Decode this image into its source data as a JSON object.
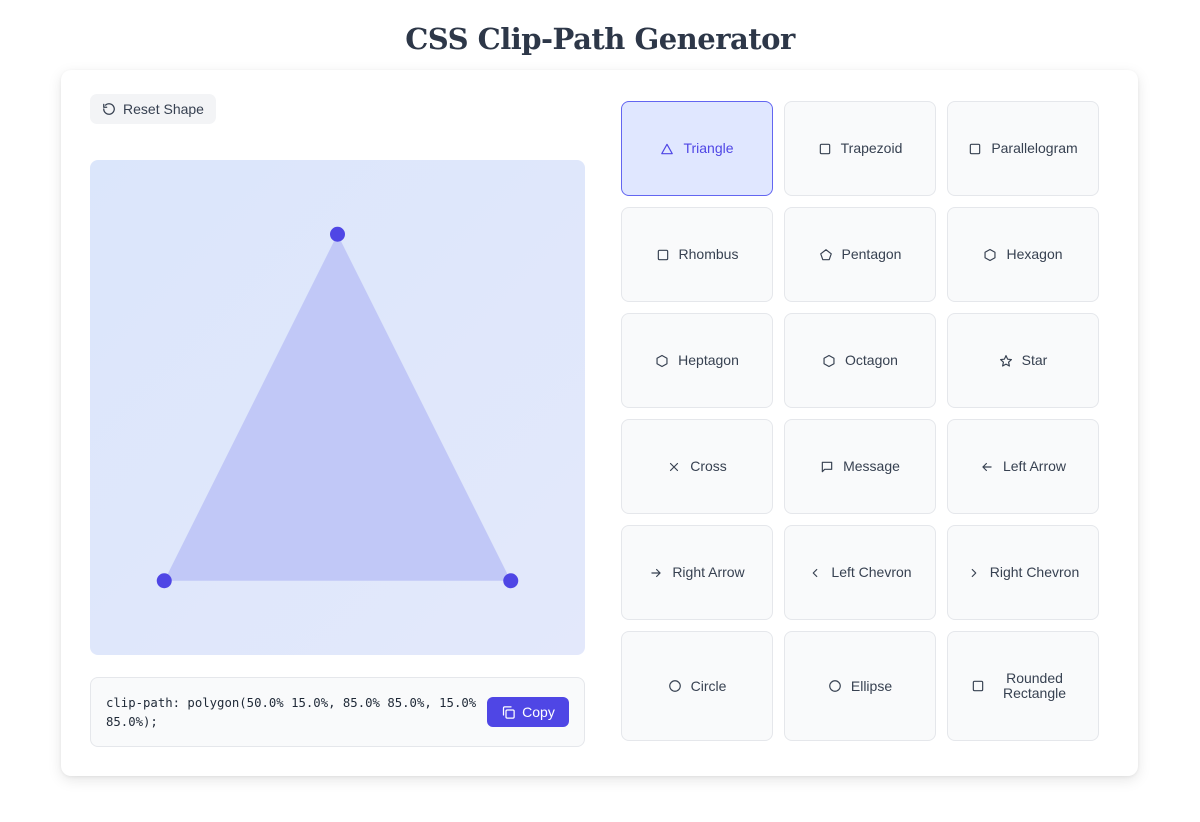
{
  "title": "CSS Clip-Path Generator",
  "toolbar": {
    "reset_label": "Reset Shape"
  },
  "editor": {
    "fill_color": "#c1c8f7",
    "handle_color": "#4f46e5",
    "points": [
      {
        "x": 50.0,
        "y": 15.0
      },
      {
        "x": 85.0,
        "y": 85.0
      },
      {
        "x": 15.0,
        "y": 85.0
      }
    ]
  },
  "output": {
    "code": "clip-path: polygon(50.0% 15.0%, 85.0% 85.0%, 15.0% 85.0%);",
    "copy_label": "Copy"
  },
  "shapes": [
    {
      "label": "Triangle",
      "icon": "triangle-icon",
      "active": true
    },
    {
      "label": "Trapezoid",
      "icon": "square-icon",
      "active": false
    },
    {
      "label": "Parallelogram",
      "icon": "square-icon",
      "active": false
    },
    {
      "label": "Rhombus",
      "icon": "square-icon",
      "active": false
    },
    {
      "label": "Pentagon",
      "icon": "pentagon-icon",
      "active": false
    },
    {
      "label": "Hexagon",
      "icon": "hexagon-icon",
      "active": false
    },
    {
      "label": "Heptagon",
      "icon": "hexagon-icon",
      "active": false
    },
    {
      "label": "Octagon",
      "icon": "hexagon-icon",
      "active": false
    },
    {
      "label": "Star",
      "icon": "star-icon",
      "active": false
    },
    {
      "label": "Cross",
      "icon": "x-icon",
      "active": false
    },
    {
      "label": "Message",
      "icon": "message-icon",
      "active": false
    },
    {
      "label": "Left Arrow",
      "icon": "arrow-left-icon",
      "active": false
    },
    {
      "label": "Right Arrow",
      "icon": "arrow-right-icon",
      "active": false
    },
    {
      "label": "Left Chevron",
      "icon": "chevron-left-icon",
      "active": false
    },
    {
      "label": "Right Chevron",
      "icon": "chevron-right-icon",
      "active": false
    },
    {
      "label": "Circle",
      "icon": "circle-icon",
      "active": false
    },
    {
      "label": "Ellipse",
      "icon": "circle-icon",
      "active": false
    },
    {
      "label": "Rounded Rectangle",
      "icon": "square-icon",
      "active": false
    }
  ]
}
